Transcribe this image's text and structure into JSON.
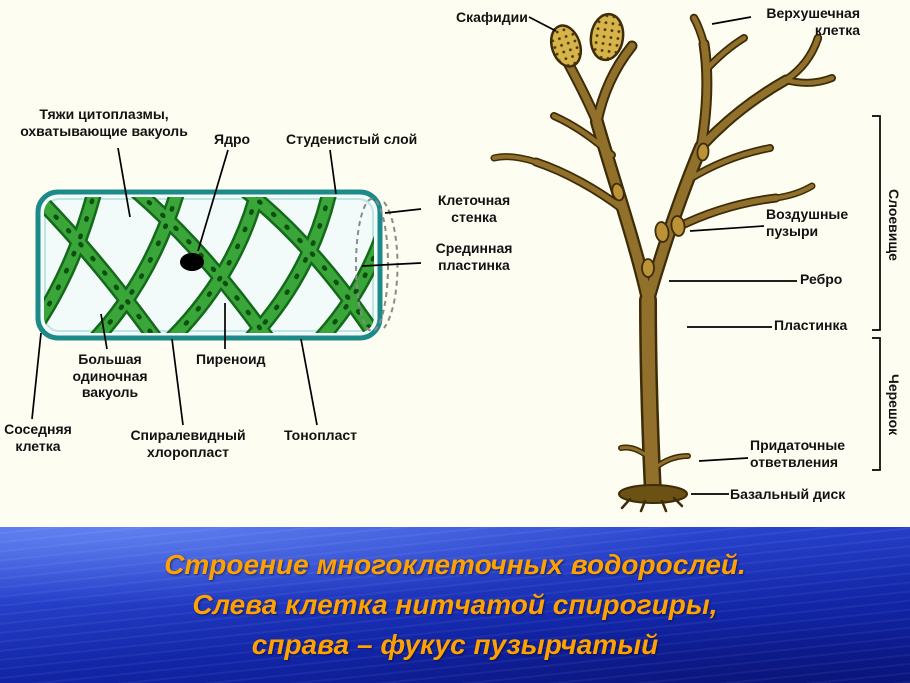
{
  "banner": {
    "lines": [
      "Строение многоклеточных водорослей.",
      "Слева клетка нитчатой спирогиры,",
      "справа – фукус пузырчатый"
    ],
    "text_color": "#ffa200",
    "background_color": "#1a2cae"
  },
  "spirogyra": {
    "labels": {
      "cytoplasm_strands": "Тяжи цитоплазмы,\nохватывающие вакуоль",
      "nucleus": "Ядро",
      "gelatinous_layer": "Студенистый слой",
      "cell_wall": "Клеточная\nстенка",
      "middle_lamella": "Срединная\nпластинка",
      "large_single_vacuole": "Большая\nодиночная\nвакуоль",
      "pyrenoid": "Пиреноид",
      "neighbor_cell": "Соседняя\nклетка",
      "spiral_chloroplast": "Спиралевидный\nхлоропласт",
      "tonoplast": "Тонопласт"
    },
    "colors": {
      "cell_wall_outline": "#1d8a8a",
      "cell_fill": "#f2fbfa",
      "chloroplast_green": "#3aa63a",
      "nucleus": "#000000"
    }
  },
  "fucus": {
    "labels": {
      "scaphidia": "Скафидии",
      "apical_cell": "Верхушечная\nклетка",
      "thallus": "Слоевище",
      "air_bladders": "Воздушные\nпузыри",
      "rib": "Ребро",
      "blade": "Пластинка",
      "stipe": "Черешок",
      "adventitious_branches": "Придаточные\nответвления",
      "basal_disc": "Базальный диск"
    },
    "colors": {
      "thallus_brown": "#91702b",
      "outline_brown": "#3d2c08",
      "receptacle": "#d7b44a"
    }
  }
}
